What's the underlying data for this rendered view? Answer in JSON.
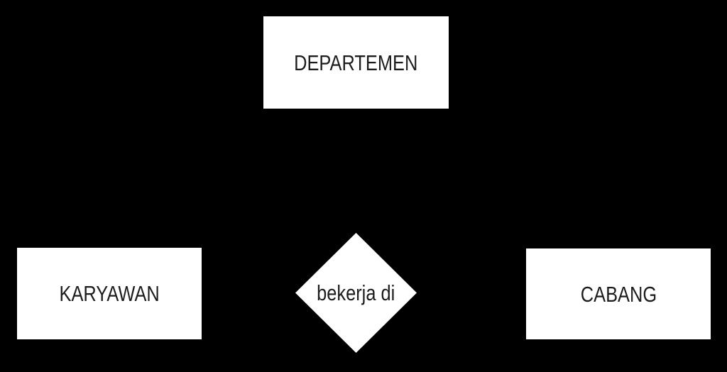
{
  "canvas": {
    "background_color": "#000000",
    "shape_fill_color": "#ffffff",
    "text_color": "#1c1c1c"
  },
  "diagram": {
    "type": "entity-relationship",
    "entities": [
      {
        "id": "departemen",
        "label": "DEPARTEMEN",
        "shape": "rectangle",
        "position": "top-center"
      },
      {
        "id": "karyawan",
        "label": "KARYAWAN",
        "shape": "rectangle",
        "position": "bottom-left"
      },
      {
        "id": "cabang",
        "label": "CABANG",
        "shape": "rectangle",
        "position": "bottom-right"
      }
    ],
    "relationships": [
      {
        "id": "bekerja_di",
        "label": "bekerja di",
        "shape": "diamond",
        "position": "bottom-center"
      }
    ]
  }
}
